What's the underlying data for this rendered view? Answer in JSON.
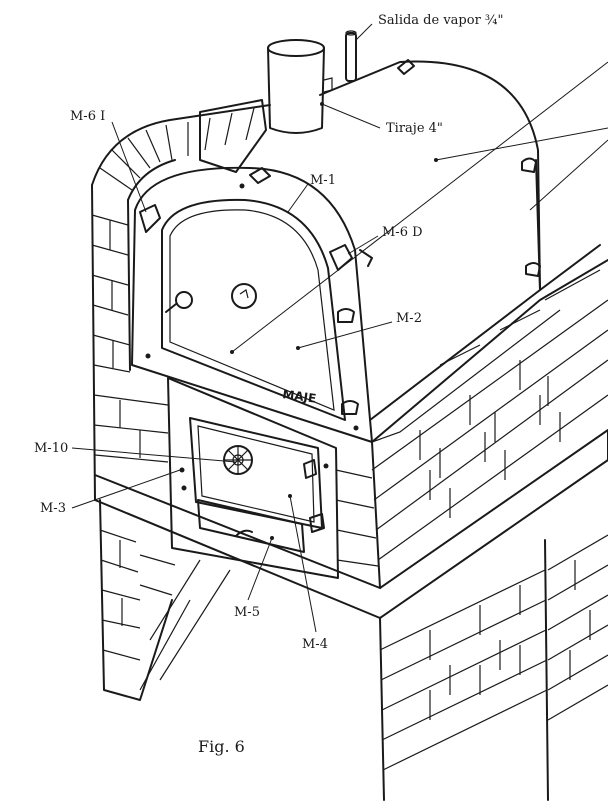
{
  "labels": {
    "vapor": "Salida de vapor ¾\"",
    "tiraje": "Tiraje 4\"",
    "m6i": "M-6 I",
    "m1": "M-1",
    "m6d": "M-6 D",
    "m2": "M-2",
    "m10": "M-10",
    "m3": "M-3",
    "m5": "M-5",
    "m4": "M-4"
  },
  "door_stamp": "MAJE",
  "caption": "Fig. 6"
}
